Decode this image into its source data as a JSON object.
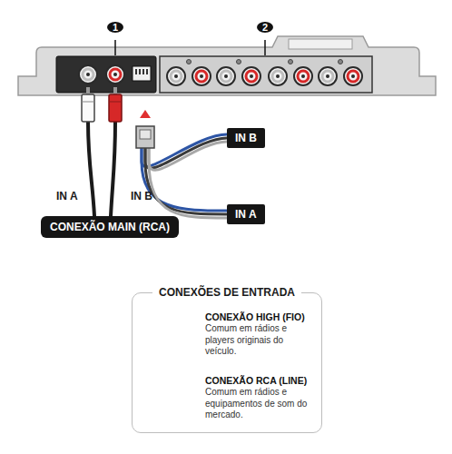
{
  "diagram": {
    "nodes": [
      {
        "text": [
          "1"
        ]
      },
      {
        "text": [
          "2"
        ]
      },
      {
        "text": [
          "IN B"
        ]
      },
      {
        "text": [
          "IN A"
        ]
      },
      {
        "text": [
          "CONEXÃO MAIN (RCA)"
        ]
      },
      {
        "text": [
          "CONEXÕES DE ENTRADA"
        ]
      },
      {
        "text": [
          "CONEXÃO HIGH (FIO)",
          "Comum em rádios e players originais do veículo."
        ],
        "in": 5
      },
      {
        "text": [
          "CONEXÃO RCA (LINE)",
          "Comum em rádios e equipamentos de som do mercado."
        ],
        "in": 5
      }
    ],
    "labels": [
      "IN A",
      "IN B"
    ]
  }
}
